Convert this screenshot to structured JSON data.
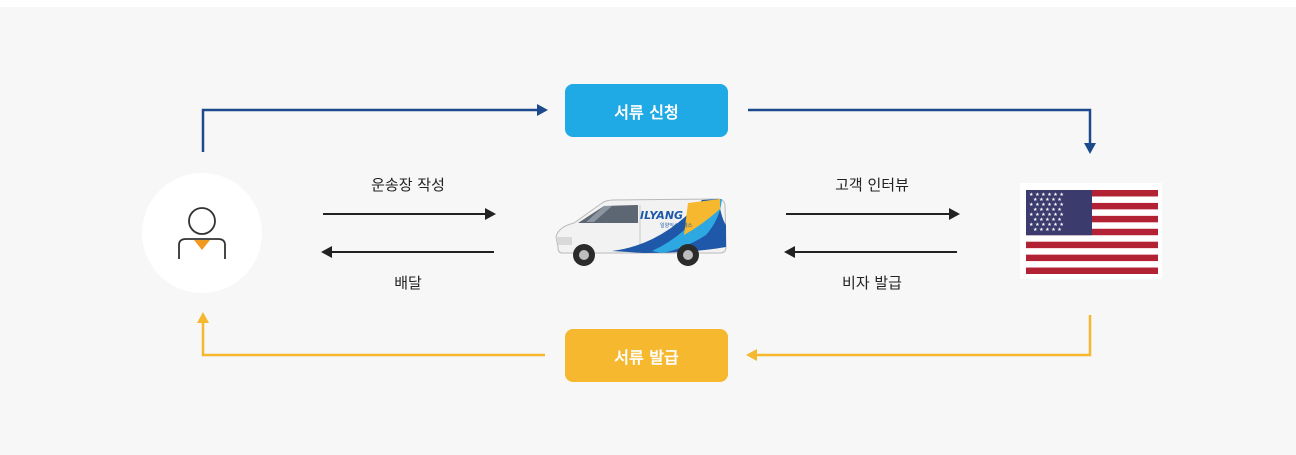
{
  "flow": {
    "request_label": "서류 신청",
    "issue_label": "서류 발급",
    "waybill_label": "운송장 작성",
    "delivery_label": "배달",
    "interview_label": "고객 인터뷰",
    "visa_label": "비자 발급"
  },
  "van": {
    "brand": "ILYANG",
    "brand_kr": "일양익스프레스"
  },
  "colors": {
    "blue_line": "#1d4a8c",
    "yellow_line": "#f5b82e",
    "blue_button": "#1fa9e5",
    "yellow_button": "#f5b82e",
    "arrow_dark": "#222222",
    "avatar_accent": "#f29a1f"
  }
}
